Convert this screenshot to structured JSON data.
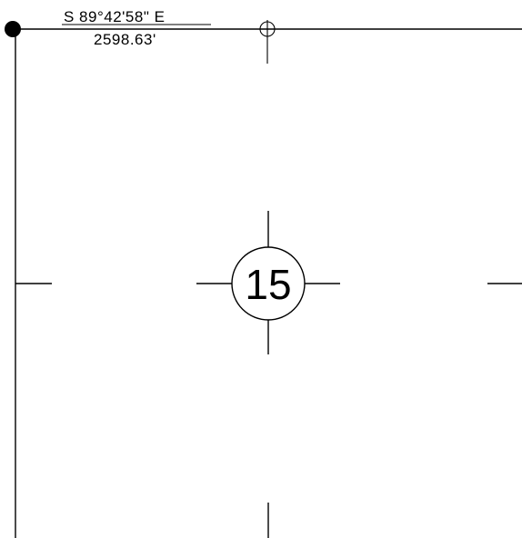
{
  "survey": {
    "bearing": "S 89°42'58\" E",
    "distance": "2598.63'",
    "section_number": "15"
  },
  "colors": {
    "ink": "#000000",
    "paper": "#ffffff"
  }
}
